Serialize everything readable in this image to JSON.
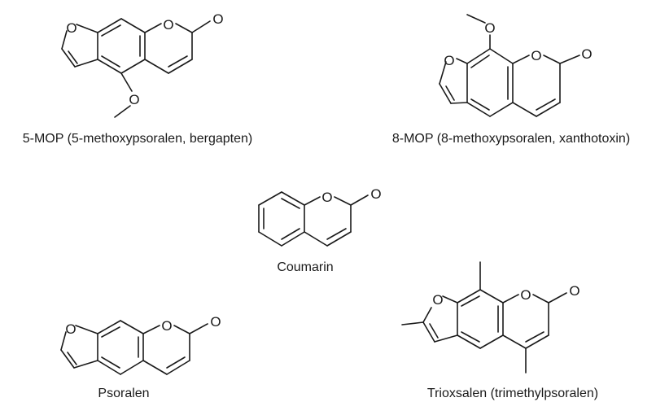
{
  "molecules": [
    {
      "name": "5-MOP (5-methoxypsoralen, bergapten)",
      "atoms": [
        "O",
        "O",
        "O",
        "O"
      ]
    },
    {
      "name": "8-MOP (8-methoxypsoralen, xanthotoxin)",
      "atoms": [
        "O",
        "O",
        "O",
        "O"
      ]
    },
    {
      "name": "Coumarin",
      "atoms": [
        "O",
        "O"
      ]
    },
    {
      "name": "Psoralen",
      "atoms": [
        "O",
        "O",
        "O"
      ]
    },
    {
      "name": "Trioxsalen (trimethylpsoralen)",
      "atoms": [
        "O",
        "O",
        "O"
      ]
    }
  ]
}
